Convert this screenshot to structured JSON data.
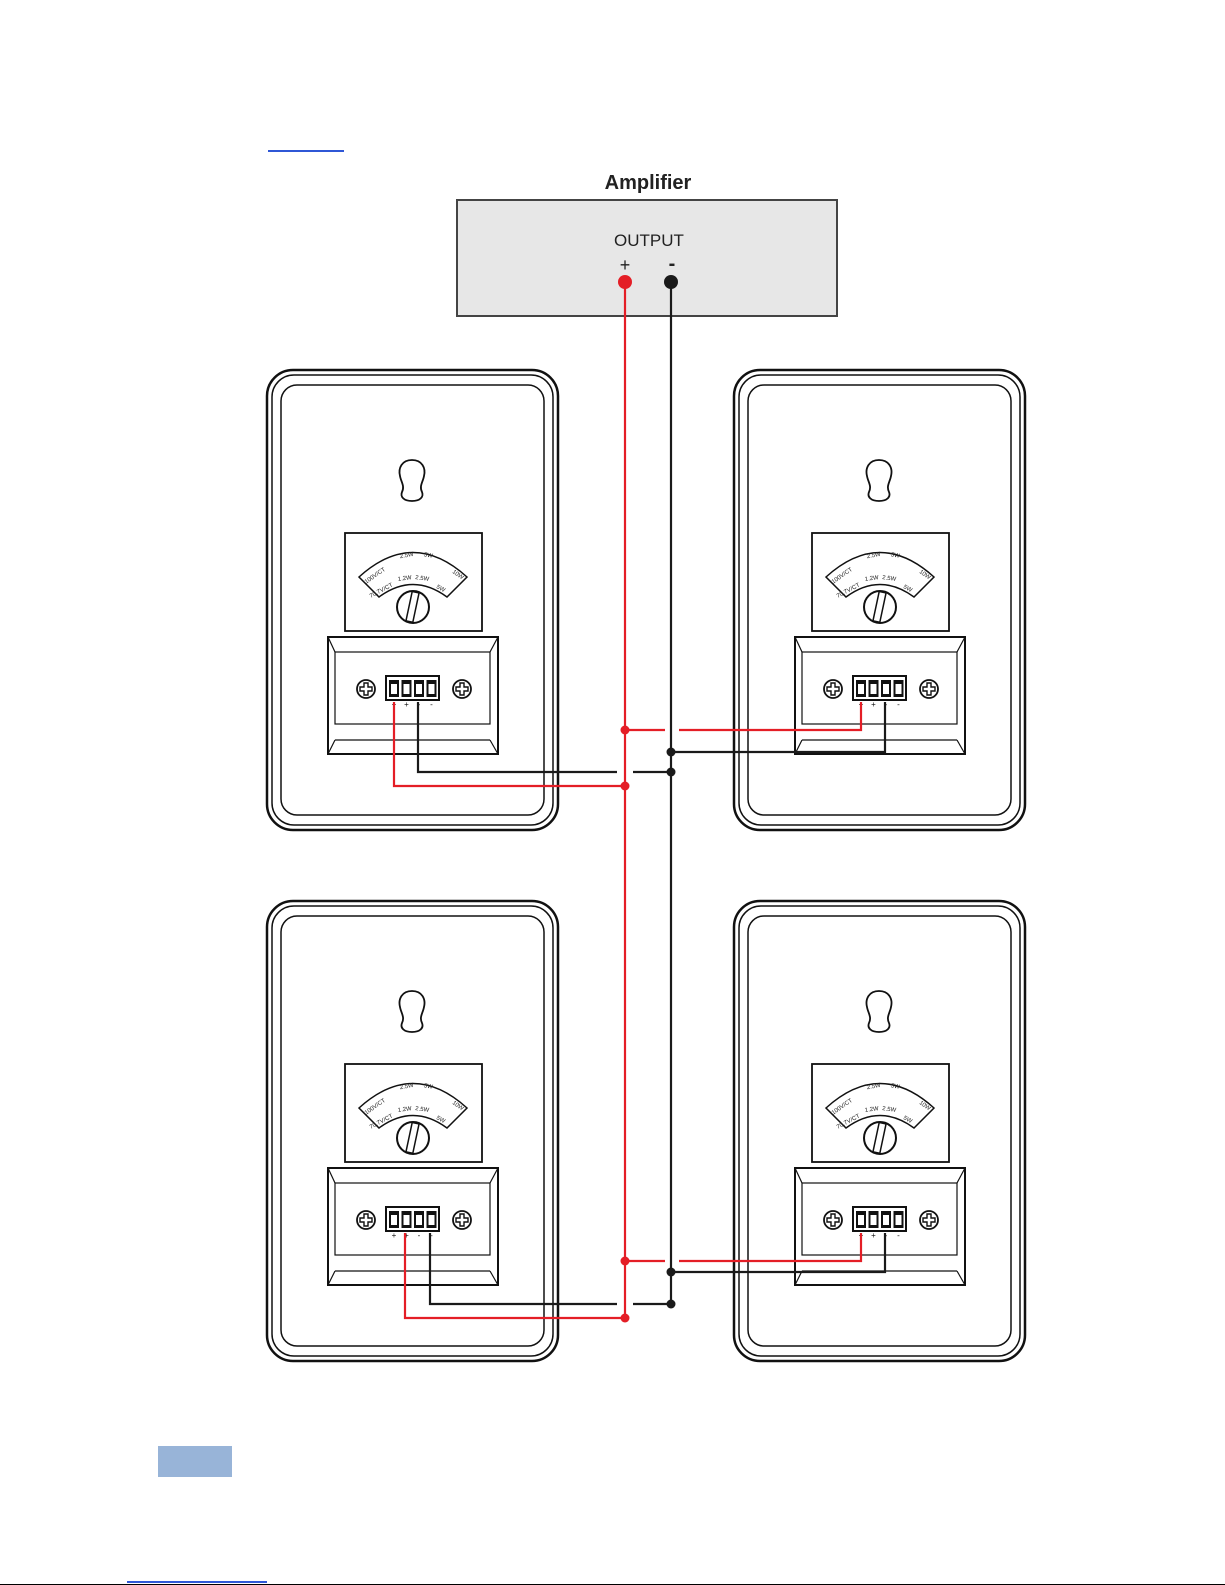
{
  "amplifier": {
    "title": "Amplifier",
    "output_label": "OUTPUT",
    "plus_label": "+",
    "minus_label": "-"
  },
  "colors": {
    "positive_wire": "#e41e26",
    "negative_wire": "#1a1a1a",
    "amp_fill": "#e7e7e7",
    "link_blue": "#2f57d6",
    "tab_blue": "#98b4d8"
  },
  "speakers": [
    {
      "id": "top-left"
    },
    {
      "id": "top-right"
    },
    {
      "id": "bottom-left"
    },
    {
      "id": "bottom-right"
    }
  ],
  "dial_marks": [
    "100V/CT",
    "2.5W",
    "5W",
    "10W",
    "70.7V/CT",
    "1.2W",
    "2.5W",
    "5W"
  ],
  "terminal_marks": [
    "+",
    "+",
    "-",
    "-"
  ]
}
